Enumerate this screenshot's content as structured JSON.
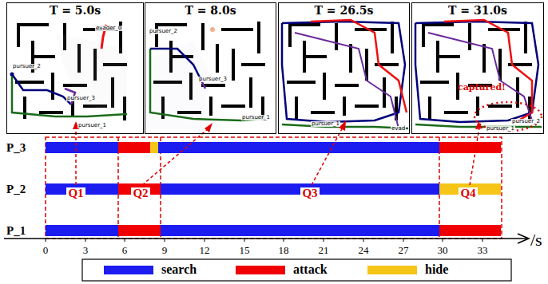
{
  "diagram": {
    "nodes": [
      {
        "text": [
          "T = 5.0s",
          "evader_0",
          "pursuer_2",
          "pursuer_3",
          "pursuer_1"
        ]
      },
      {
        "text": [
          "T = 8.0s",
          "pursuer_2",
          "pursuer_3",
          "pursuer_1"
        ]
      },
      {
        "text": [
          "T = 26.5s",
          "pursuer_1",
          "evad"
        ]
      },
      {
        "text": [
          "T = 31.0s",
          "captured!",
          "pursuer_1",
          "pursuer_2"
        ]
      }
    ],
    "labels": [
      "P_3",
      "P_2",
      "P_1",
      "Q1",
      "Q2",
      "Q3",
      "Q4",
      "0",
      "3",
      "6",
      "9",
      "12",
      "15",
      "18",
      "21",
      "24",
      "27",
      "30",
      "33",
      "/s"
    ],
    "legend": [
      {
        "text": "search",
        "color": "#1c1cf0"
      },
      {
        "text": "attack",
        "color": "#f00000"
      },
      {
        "text": "hide",
        "color": "#f5c518"
      }
    ]
  }
}
